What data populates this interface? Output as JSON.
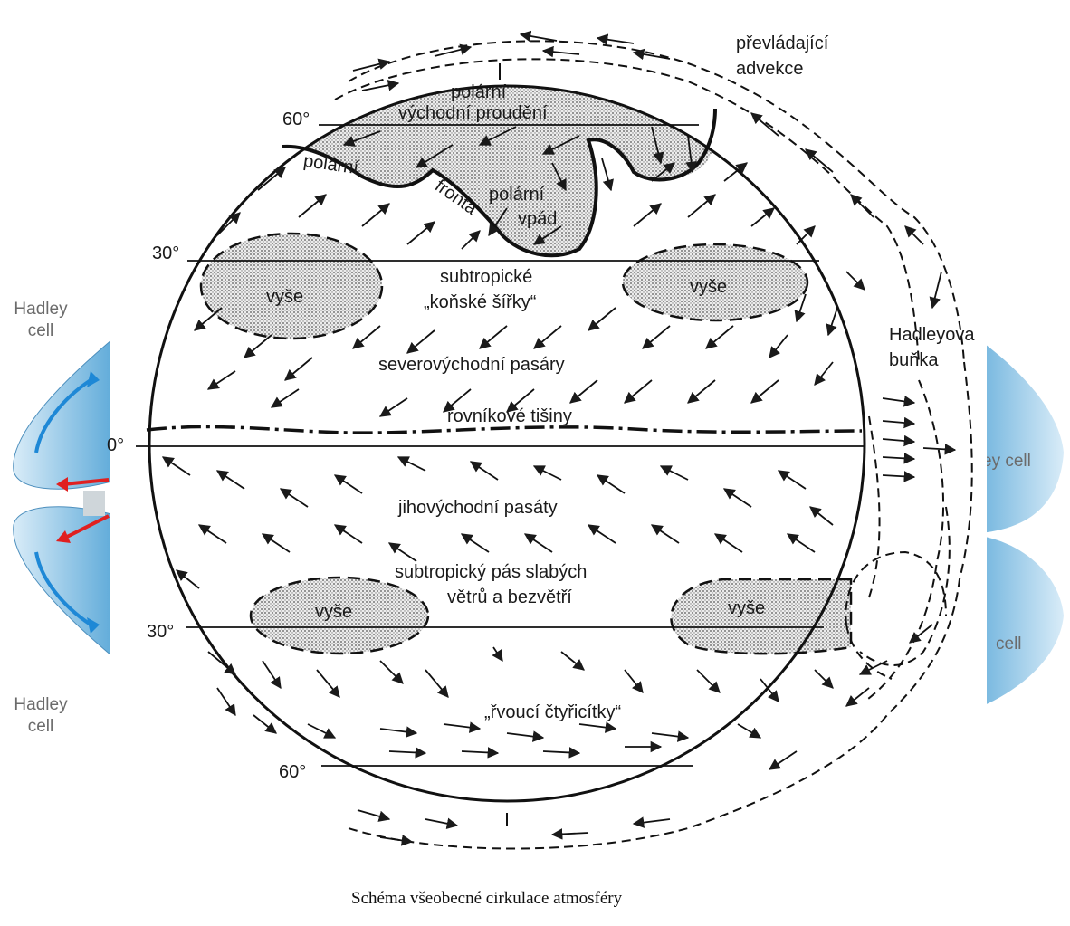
{
  "side_left": {
    "top_label_line1": "Hadley",
    "top_label_line2": "cell",
    "bottom_label_line1": "Hadley",
    "bottom_label_line2": "cell"
  },
  "side_right": {
    "upper_fragment": "ey cell",
    "lower_fragment": "cell"
  },
  "latitudes": {
    "n60": "60°",
    "n30": "30°",
    "eq": "0°",
    "s30": "30°",
    "s60": "60°"
  },
  "labels": {
    "polar_easterlies_1": "polární",
    "polar_easterlies_2": "východní proudění",
    "polar_front_1": "polární",
    "polar_front_2": "fronta",
    "polar_outbreak_1": "polární",
    "polar_outbreak_2": "vpád",
    "high": "vyše",
    "horse_latitudes_1": "subtropické",
    "horse_latitudes_2": "„koňské šířky“",
    "ne_trades": "severovýchodní pasáry",
    "doldrums": "rovníkové tišiny",
    "se_trades": "jihovýchodní pasáty",
    "subtropical_calms_1": "subtropický pás slabých",
    "subtropical_calms_2": "větrů a bezvětří",
    "roaring_forties": "„řvoucí čtyřicítky“",
    "advection_1": "převládající",
    "advection_2": "advekce",
    "hadley_cell_1": "Hadleyova",
    "hadley_cell_2": "buňka"
  },
  "caption": "Schéma všeobecné cirkulace atmosféry",
  "colors": {
    "ink": "#1a1a1a",
    "stipple": "#d6d6d6",
    "cell_blue": "#5aa8d8",
    "cell_arrow_blue": "#1e88d6",
    "cell_arrow_red": "#e02020"
  }
}
